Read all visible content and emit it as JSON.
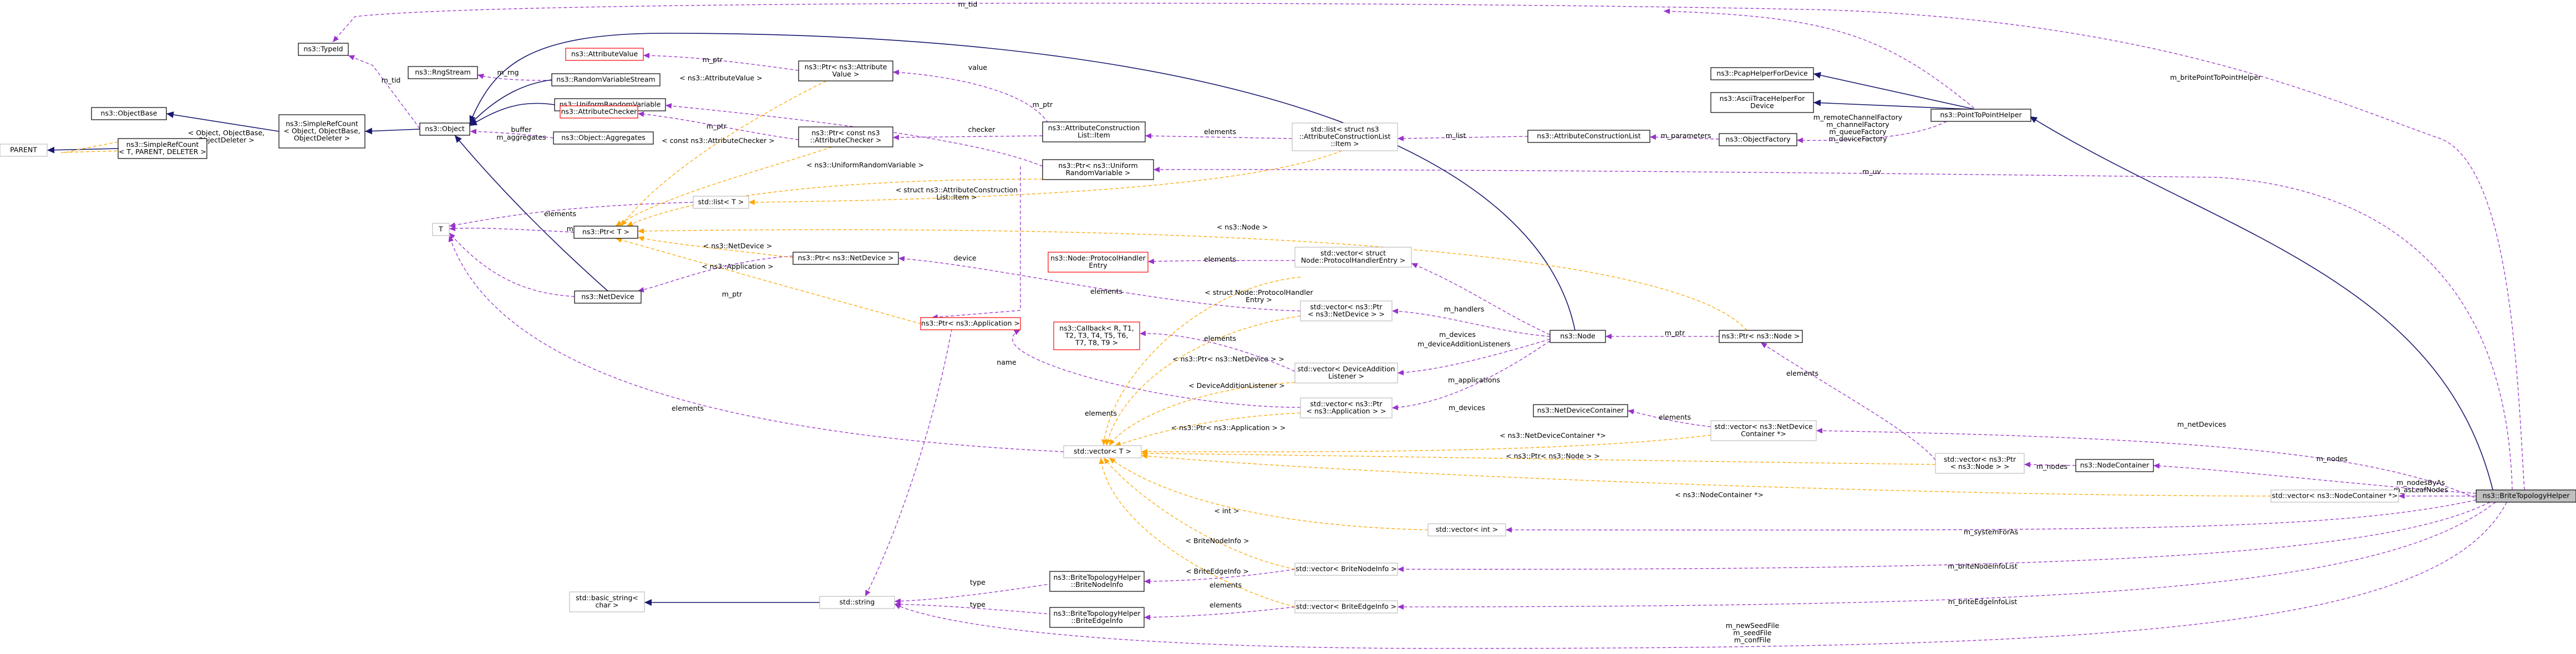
{
  "diagram": {
    "nodes": [
      {
        "id": "typeid",
        "lines": [
          "ns3::TypeId"
        ],
        "style": "normal"
      },
      {
        "id": "ptr_attrval",
        "lines": [
          "ns3::Ptr< ns3::Attribute",
          "Value >"
        ],
        "style": "normal"
      },
      {
        "id": "ringstream",
        "lines": [
          "ns3::RngStream"
        ],
        "style": "normal"
      },
      {
        "id": "attrvalue",
        "lines": [
          "ns3::AttributeValue"
        ],
        "style": "red"
      },
      {
        "id": "randvarstream",
        "lines": [
          "ns3::RandomVariableStream"
        ],
        "style": "normal"
      },
      {
        "id": "objectbase",
        "lines": [
          "ns3::ObjectBase"
        ],
        "style": "normal"
      },
      {
        "id": "simplerefcount",
        "lines": [
          "ns3::SimpleRefCount",
          "< Object, ObjectBase,",
          "ObjectDeleter >"
        ],
        "style": "normal"
      },
      {
        "id": "object",
        "lines": [
          "ns3::Object"
        ],
        "style": "normal"
      },
      {
        "id": "uniformrv",
        "lines": [
          "ns3::UniformRandomVariable"
        ],
        "style": "normal"
      },
      {
        "id": "attrchecker",
        "lines": [
          "ns3::AttributeChecker"
        ],
        "style": "red"
      },
      {
        "id": "ptr_attrchecker",
        "lines": [
          "ns3::Ptr< const ns3",
          "::AttributeChecker >"
        ],
        "style": "normal"
      },
      {
        "id": "aggregates",
        "lines": [
          "ns3::Object::Aggregates"
        ],
        "style": "normal"
      },
      {
        "id": "parent",
        "lines": [
          "PARENT"
        ],
        "style": "gray"
      },
      {
        "id": "simplerefcount2",
        "lines": [
          "ns3::SimpleRefCount",
          "< T, PARENT, DELETER >"
        ],
        "style": "normal"
      },
      {
        "id": "attrconstlist_item",
        "lines": [
          "ns3::AttributeConstruction",
          "List::Item"
        ],
        "style": "normal"
      },
      {
        "id": "ptr_urv",
        "lines": [
          "ns3::Ptr< ns3::Uniform",
          "RandomVariable >"
        ],
        "style": "normal"
      },
      {
        "id": "list_item",
        "lines": [
          "std::list< struct ns3",
          "::AttributeConstructionList",
          "::Item >"
        ],
        "style": "gray"
      },
      {
        "id": "list_t",
        "lines": [
          "std::list< T >"
        ],
        "style": "gray"
      },
      {
        "id": "attrconstlist",
        "lines": [
          "ns3::AttributeConstructionList"
        ],
        "style": "normal"
      },
      {
        "id": "objectfactory",
        "lines": [
          "ns3::ObjectFactory"
        ],
        "style": "normal"
      },
      {
        "id": "pcaphelper",
        "lines": [
          "ns3::PcapHelperForDevice"
        ],
        "style": "normal"
      },
      {
        "id": "asciihelper",
        "lines": [
          "ns3::AsciiTraceHelperFor",
          "Device"
        ],
        "style": "normal"
      },
      {
        "id": "p2phelper",
        "lines": [
          "ns3::PointToPointHelper"
        ],
        "style": "normal"
      },
      {
        "id": "t",
        "lines": [
          "T"
        ],
        "style": "gray"
      },
      {
        "id": "ptr_t",
        "lines": [
          "ns3::Ptr< T >"
        ],
        "style": "normal"
      },
      {
        "id": "ptr_netdev",
        "lines": [
          "ns3::Ptr< ns3::NetDevice >"
        ],
        "style": "normal"
      },
      {
        "id": "protohandler",
        "lines": [
          "ns3::Node::ProtocolHandler",
          "Entry"
        ],
        "style": "red"
      },
      {
        "id": "vec_protohandler",
        "lines": [
          "std::vector< struct",
          "Node::ProtocolHandlerEntry >"
        ],
        "style": "gray"
      },
      {
        "id": "netdevice",
        "lines": [
          "ns3::NetDevice"
        ],
        "style": "normal"
      },
      {
        "id": "ptr_app",
        "lines": [
          "ns3::Ptr< ns3::Application >"
        ],
        "style": "red"
      },
      {
        "id": "callback",
        "lines": [
          "ns3::Callback< R, T1,",
          "T2, T3, T4, T5, T6,",
          "T7, T8, T9 >"
        ],
        "style": "red"
      },
      {
        "id": "vec_ptr_netdev",
        "lines": [
          "std::vector< ns3::Ptr",
          "< ns3::NetDevice > >"
        ],
        "style": "gray"
      },
      {
        "id": "vec_devadd",
        "lines": [
          "std::vector< DeviceAddition",
          "Listener >"
        ],
        "style": "gray"
      },
      {
        "id": "vec_ptr_app",
        "lines": [
          "std::vector< ns3::Ptr",
          "< ns3::Application > >"
        ],
        "style": "gray"
      },
      {
        "id": "node",
        "lines": [
          "ns3::Node"
        ],
        "style": "normal"
      },
      {
        "id": "ptr_node",
        "lines": [
          "ns3::Ptr< ns3::Node >"
        ],
        "style": "normal"
      },
      {
        "id": "netdevcontainer",
        "lines": [
          "ns3::NetDeviceContainer"
        ],
        "style": "normal"
      },
      {
        "id": "vec_netdevcontainer",
        "lines": [
          "std::vector< ns3::NetDevice",
          "Container *>"
        ],
        "style": "gray"
      },
      {
        "id": "vec_t",
        "lines": [
          "std::vector< T >"
        ],
        "style": "gray"
      },
      {
        "id": "vec_ptr_node",
        "lines": [
          "std::vector< ns3::Ptr",
          "< ns3::Node > >"
        ],
        "style": "gray"
      },
      {
        "id": "nodecontainer",
        "lines": [
          "ns3::NodeContainer"
        ],
        "style": "normal"
      },
      {
        "id": "vec_nodecontainer",
        "lines": [
          "std::vector< ns3::NodeContainer *>"
        ],
        "style": "gray"
      },
      {
        "id": "brite",
        "lines": [
          "ns3::BriteTopologyHelper"
        ],
        "style": "highlight"
      },
      {
        "id": "vec_int",
        "lines": [
          "std::vector< int >"
        ],
        "style": "gray"
      },
      {
        "id": "vec_britenode",
        "lines": [
          "std::vector< BriteNodeInfo >"
        ],
        "style": "gray"
      },
      {
        "id": "vec_briteedge",
        "lines": [
          "std::vector< BriteEdgeInfo >"
        ],
        "style": "gray"
      },
      {
        "id": "basic_string",
        "lines": [
          "std::basic_string<",
          "char >"
        ],
        "style": "gray"
      },
      {
        "id": "string",
        "lines": [
          "std::string"
        ],
        "style": "gray"
      },
      {
        "id": "britenodeinfo",
        "lines": [
          "ns3::BriteTopologyHelper",
          "::BriteNodeInfo"
        ],
        "style": "normal"
      },
      {
        "id": "briteedgeinfo",
        "lines": [
          "ns3::BriteTopologyHelper",
          "::BriteEdgeInfo"
        ],
        "style": "normal"
      }
    ],
    "edge_labels": [
      {
        "id": "m_tid",
        "lines": [
          "m_tid"
        ]
      },
      {
        "id": "m_tid2",
        "lines": [
          "m_tid"
        ]
      },
      {
        "id": "m_rng",
        "lines": [
          "m_rng"
        ]
      },
      {
        "id": "m_ptr1",
        "lines": [
          "m_ptr"
        ]
      },
      {
        "id": "value",
        "lines": [
          "value"
        ]
      },
      {
        "id": "t_attrval",
        "lines": [
          "< ns3::AttributeValue >"
        ]
      },
      {
        "id": "buffer",
        "lines": [
          "buffer"
        ]
      },
      {
        "id": "m_aggregates",
        "lines": [
          "m_aggregates"
        ]
      },
      {
        "id": "t_objectbase",
        "lines": [
          "< Object, ObjectBase,",
          "ObjectDeleter >"
        ]
      },
      {
        "id": "m_ptr2",
        "lines": [
          "m_ptr"
        ]
      },
      {
        "id": "checker",
        "lines": [
          "checker"
        ]
      },
      {
        "id": "m_ptr3",
        "lines": [
          "m_ptr"
        ]
      },
      {
        "id": "t_constattrchecker",
        "lines": [
          "< const ns3::AttributeChecker >"
        ]
      },
      {
        "id": "t_urv",
        "lines": [
          "< ns3::UniformRandomVariable >"
        ]
      },
      {
        "id": "elements1",
        "lines": [
          "elements"
        ]
      },
      {
        "id": "m_list",
        "lines": [
          "m_list"
        ]
      },
      {
        "id": "m_parameters",
        "lines": [
          "m_parameters"
        ]
      },
      {
        "id": "t_struct_item",
        "lines": [
          "< struct ns3::AttributeConstruction",
          "List::Item >"
        ]
      },
      {
        "id": "elements2",
        "lines": [
          "elements"
        ]
      },
      {
        "id": "m_ptr4",
        "lines": [
          "m_ptr"
        ]
      },
      {
        "id": "t_netdevice",
        "lines": [
          "< ns3::NetDevice >"
        ]
      },
      {
        "id": "t_application",
        "lines": [
          "< ns3::Application >"
        ]
      },
      {
        "id": "t_node",
        "lines": [
          "< ns3::Node >"
        ]
      },
      {
        "id": "device",
        "lines": [
          "device"
        ]
      },
      {
        "id": "elements3",
        "lines": [
          "elements"
        ]
      },
      {
        "id": "m_ptr5",
        "lines": [
          "m_ptr"
        ]
      },
      {
        "id": "elements4",
        "lines": [
          "elements"
        ]
      },
      {
        "id": "t_struct_phe",
        "lines": [
          "< struct Node::ProtocolHandler",
          "Entry >"
        ]
      },
      {
        "id": "elements5",
        "lines": [
          "elements"
        ]
      },
      {
        "id": "name",
        "lines": [
          "name"
        ]
      },
      {
        "id": "t_ptr_netdev",
        "lines": [
          "< ns3::Ptr< ns3::NetDevice > >"
        ]
      },
      {
        "id": "t_devaddlistener",
        "lines": [
          "< DeviceAdditionListener >"
        ]
      },
      {
        "id": "elements6",
        "lines": [
          "elements"
        ]
      },
      {
        "id": "t_ptr_app",
        "lines": [
          "< ns3::Ptr< ns3::Application > >"
        ]
      },
      {
        "id": "m_handlers",
        "lines": [
          "m_handlers"
        ]
      },
      {
        "id": "m_devices1",
        "lines": [
          "m_devices"
        ]
      },
      {
        "id": "m_devaddlisteners",
        "lines": [
          "m_deviceAdditionListeners"
        ]
      },
      {
        "id": "m_applications",
        "lines": [
          "m_applications"
        ]
      },
      {
        "id": "m_devices2",
        "lines": [
          "m_devices"
        ]
      },
      {
        "id": "m_ptr6",
        "lines": [
          "m_ptr"
        ]
      },
      {
        "id": "elements7",
        "lines": [
          "elements"
        ]
      },
      {
        "id": "elements8",
        "lines": [
          "elements"
        ]
      },
      {
        "id": "m_nodes1",
        "lines": [
          "m_nodes"
        ]
      },
      {
        "id": "t_netdevcontainer",
        "lines": [
          "< ns3::NetDeviceContainer *>"
        ]
      },
      {
        "id": "t_ptr_node",
        "lines": [
          "< ns3::Ptr< ns3::Node > >"
        ]
      },
      {
        "id": "t_nodecontainer",
        "lines": [
          "< ns3::NodeContainer *>"
        ]
      },
      {
        "id": "elements9",
        "lines": [
          "elements"
        ]
      },
      {
        "id": "t_int",
        "lines": [
          "< int >"
        ]
      },
      {
        "id": "t_britenodeinfo",
        "lines": [
          "< BriteNodeInfo >"
        ]
      },
      {
        "id": "t_briteedgeinfo",
        "lines": [
          "< BriteEdgeInfo >"
        ]
      },
      {
        "id": "elements10",
        "lines": [
          "elements"
        ]
      },
      {
        "id": "elements11",
        "lines": [
          "elements"
        ]
      },
      {
        "id": "type1",
        "lines": [
          "type"
        ]
      },
      {
        "id": "type2",
        "lines": [
          "type"
        ]
      },
      {
        "id": "p2p_members",
        "lines": [
          "m_remoteChannelFactory",
          "m_channelFactory",
          "m_queueFactory",
          "m_deviceFactory"
        ]
      },
      {
        "id": "m_britep2phelper",
        "lines": [
          "m_britePointToPointHelper"
        ]
      },
      {
        "id": "m_uv",
        "lines": [
          "m_uv"
        ]
      },
      {
        "id": "m_netdevices",
        "lines": [
          "m_netDevices"
        ]
      },
      {
        "id": "m_nodes2",
        "lines": [
          "m_nodes"
        ]
      },
      {
        "id": "m_nodesbyas",
        "lines": [
          "m_nodesByAs",
          "m_asLeafNodes"
        ]
      },
      {
        "id": "m_systemforas",
        "lines": [
          "m_systemForAs"
        ]
      },
      {
        "id": "m_britenodeinfolist",
        "lines": [
          "m_briteNodeInfoList"
        ]
      },
      {
        "id": "m_briteedgeinfolist",
        "lines": [
          "m_briteEdgeInfoList"
        ]
      },
      {
        "id": "m_seedfiles",
        "lines": [
          "m_newSeedFile",
          "m_seedFile",
          "m_confFile"
        ]
      }
    ]
  }
}
